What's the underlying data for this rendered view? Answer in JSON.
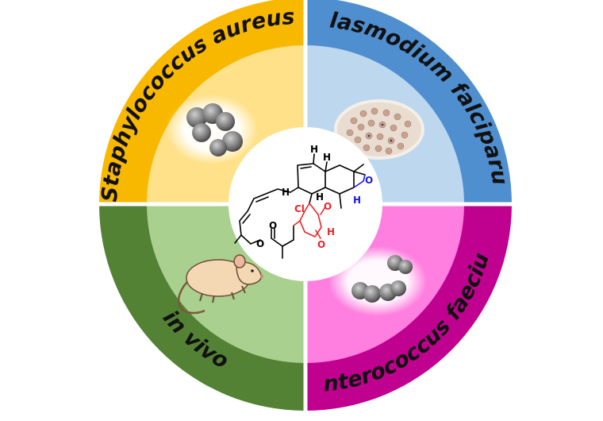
{
  "quadrants": [
    {
      "label": "Staphylococcus aureus",
      "outer_color": "#f9b800",
      "inner_color": "#ffe18a"
    },
    {
      "label": "Plasmodium falciparum",
      "outer_color": "#4f8fd0",
      "inner_color": "#bdd7ee"
    },
    {
      "label": "in vivo",
      "outer_color": "#548235",
      "inner_color": "#a9d08e"
    },
    {
      "label": "Enterococcus faecium",
      "outer_color": "#c0008f",
      "inner_color": "#ff7fe0"
    }
  ],
  "molecule": {
    "atoms": {
      "cl": "Cl",
      "o": "O",
      "h": "H"
    },
    "colors": {
      "bond": "#000000",
      "highlight": "#e8262a",
      "epoxide": "#1a1ae6"
    }
  },
  "icons": {
    "staph": "coccus-cluster-micrograph-icon",
    "plasmodium": "blood-smear-micrograph-icon",
    "enterococcus": "diplococcus-micrograph-icon",
    "mouse": "mouse-icon"
  }
}
